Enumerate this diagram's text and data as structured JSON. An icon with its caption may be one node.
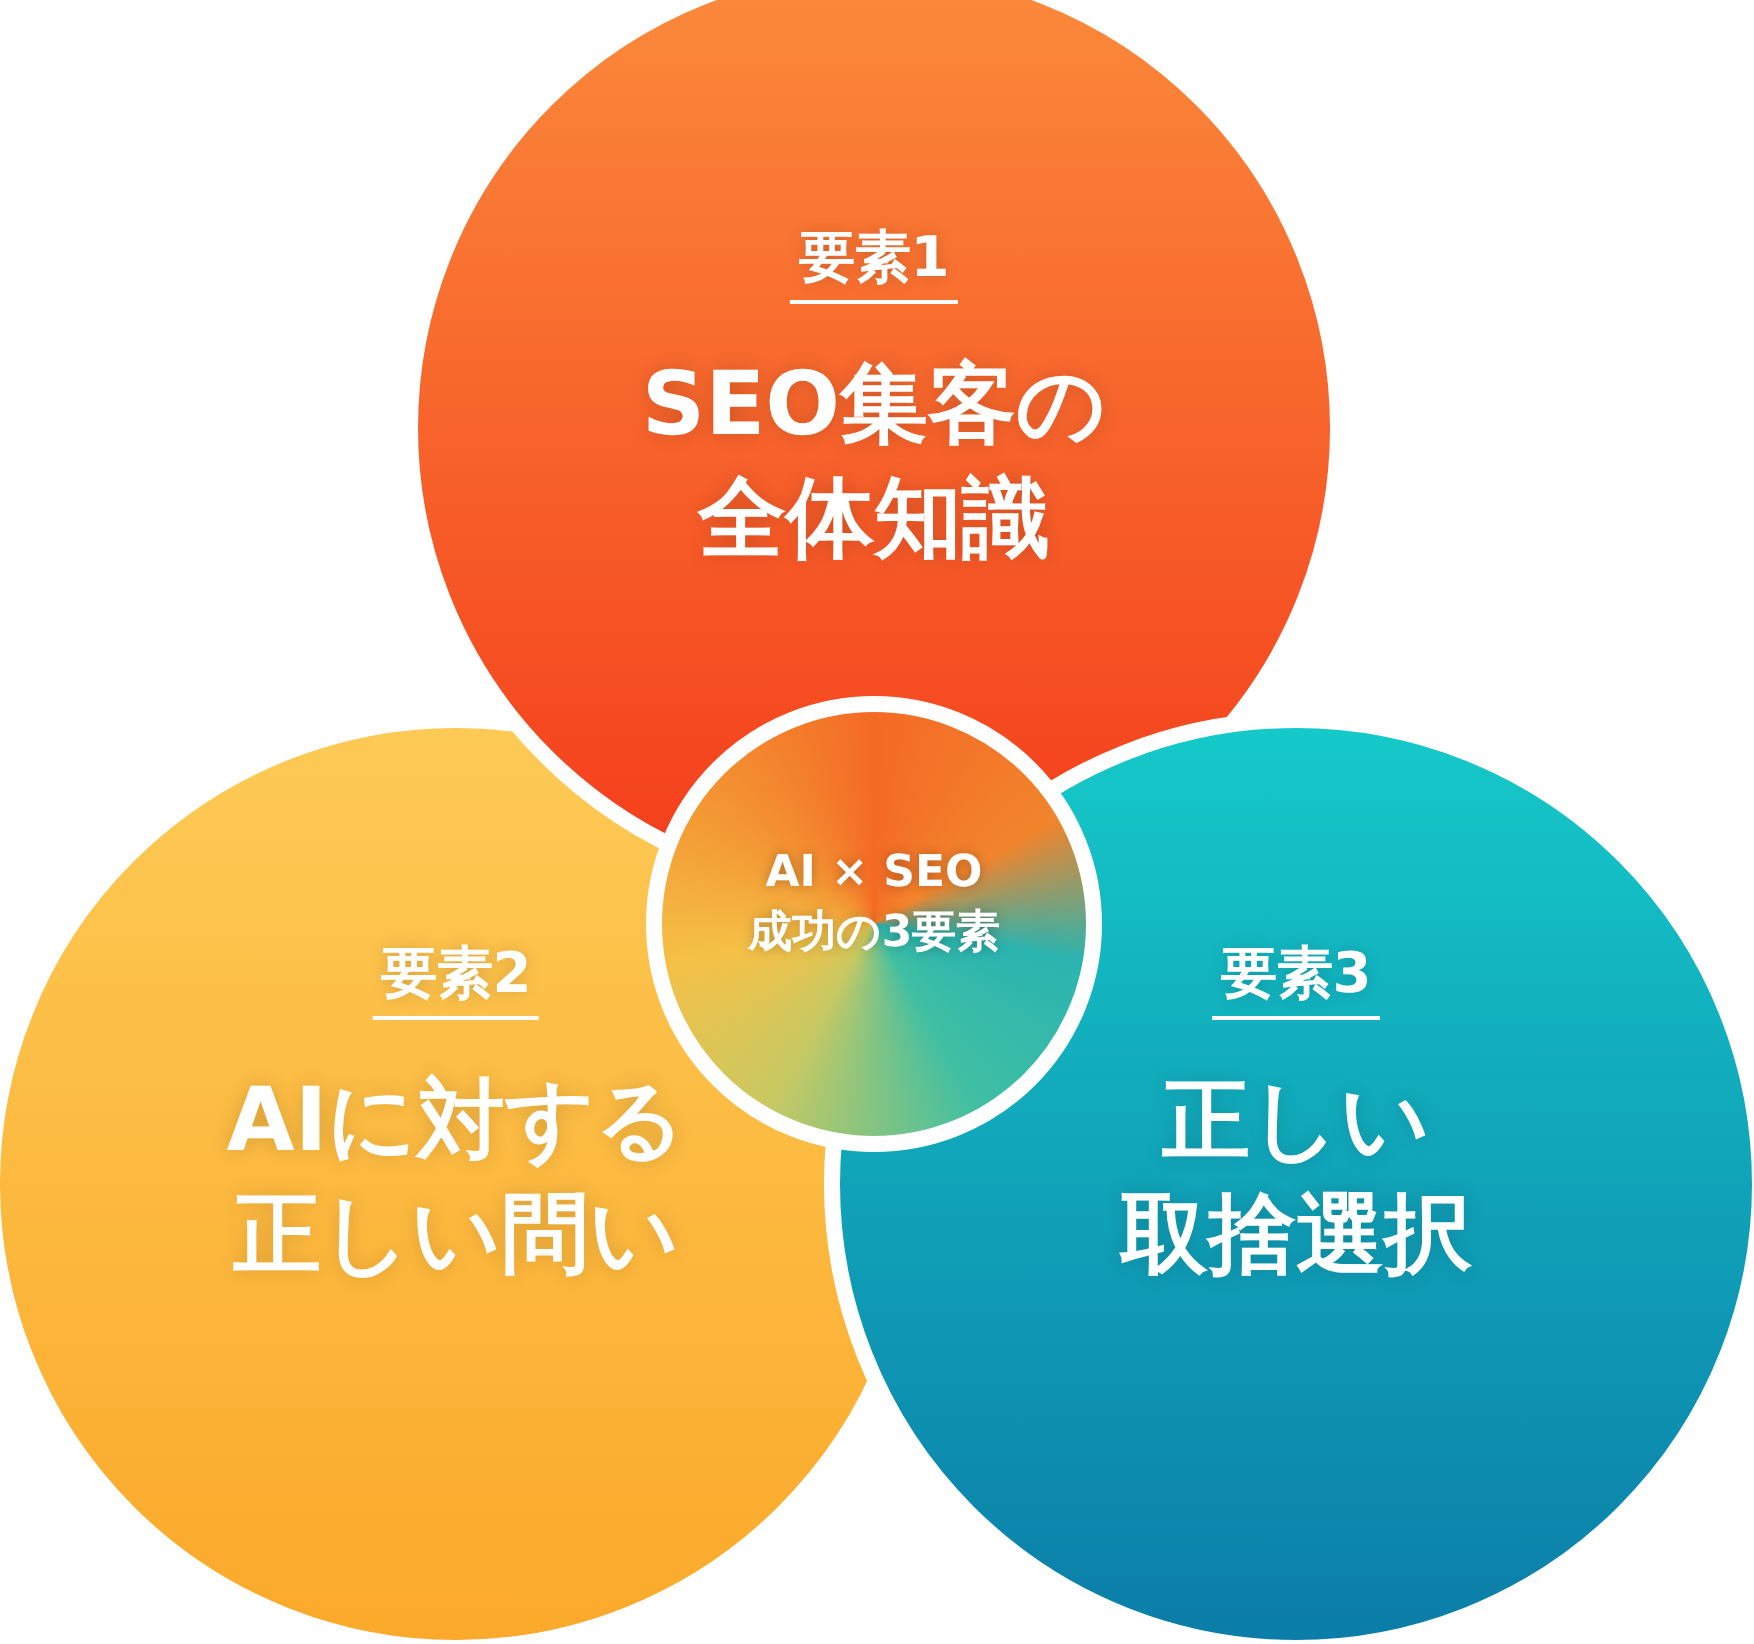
{
  "diagram": {
    "nodes": [
      {
        "text": [
          "要素1",
          "SEO集客の全体知識"
        ]
      },
      {
        "text": [
          "要素2",
          "AIに対する正しい問い"
        ]
      },
      {
        "text": [
          "要素3",
          "正しい取捨選択"
        ]
      },
      {
        "text": [
          "AI × SEO成功の3要素"
        ]
      }
    ]
  }
}
